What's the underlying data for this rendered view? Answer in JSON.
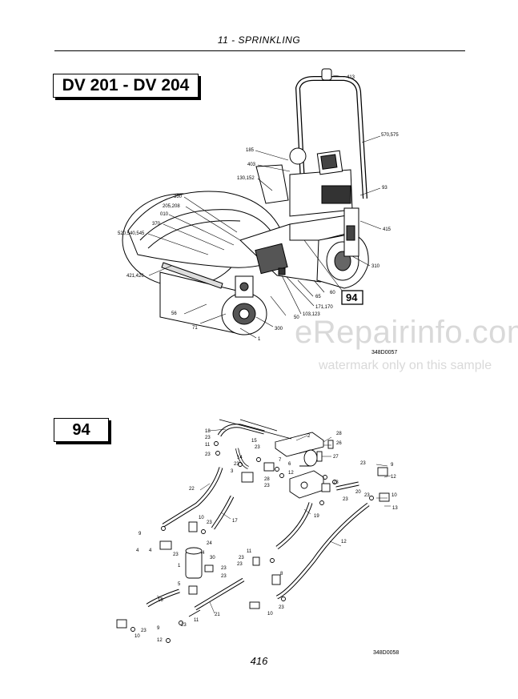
{
  "header": {
    "title": "11 - SPRINKLING"
  },
  "model_box": "DV 201 - DV 204",
  "ref_box_label": "94",
  "detail_box": "94",
  "drawing_codes": {
    "top": "348D0057",
    "bottom": "348D0058"
  },
  "watermark": {
    "main": "eRepairinfo.com",
    "sub": "watermark only on this sample"
  },
  "page_number": "416",
  "top_labels": {
    "l413": "413",
    "l570": "570,575",
    "l185": "185",
    "l403": "403",
    "l130": "130,152",
    "l93": "93",
    "l350": "350",
    "l205": "205,208",
    "l010": "010",
    "l370": "370",
    "l415": "415",
    "l520": "520,540,545",
    "l310": "310",
    "l421": "421,426",
    "l60": "60",
    "l65": "65",
    "l171": "171,170",
    "l103": "103,123",
    "l50": "50",
    "l56": "56",
    "l71": "71",
    "l300": "300",
    "l1": "1"
  },
  "bottom_labels": {
    "b18": "18",
    "b23a": "23",
    "b11a": "11",
    "b23b": "23",
    "b15": "15",
    "b14": "14",
    "b23c": "23",
    "b23d": "23",
    "b3": "3",
    "b7": "7",
    "b6": "6",
    "b12a": "12",
    "b22": "22",
    "b2": "2",
    "b28": "28",
    "b26": "26",
    "b27": "27",
    "b23e": "23",
    "b9a": "9",
    "b12b": "12",
    "b28b": "28",
    "b23f": "23",
    "b23g": "23",
    "b20": "20",
    "b23h": "23",
    "b23i": "23",
    "b10a": "10",
    "b13": "13",
    "b10b": "10",
    "b23j": "23",
    "b17": "17",
    "b9b": "9",
    "b4a": "4",
    "b24": "24",
    "b4b": "4",
    "b23k": "23",
    "b30": "30",
    "b1": "1",
    "b23l": "23",
    "b5": "5",
    "b23m": "23",
    "b19": "19",
    "b11b": "11",
    "b8": "8",
    "b23n": "23",
    "b23o": "23",
    "b16": "16",
    "b21": "21",
    "b10c": "10",
    "b23p": "23",
    "b10d": "10",
    "b9c": "9",
    "b23q": "23",
    "b12c": "12",
    "b12d": "12",
    "b11c": "11",
    "b4c": "4",
    "b23r": "23"
  }
}
